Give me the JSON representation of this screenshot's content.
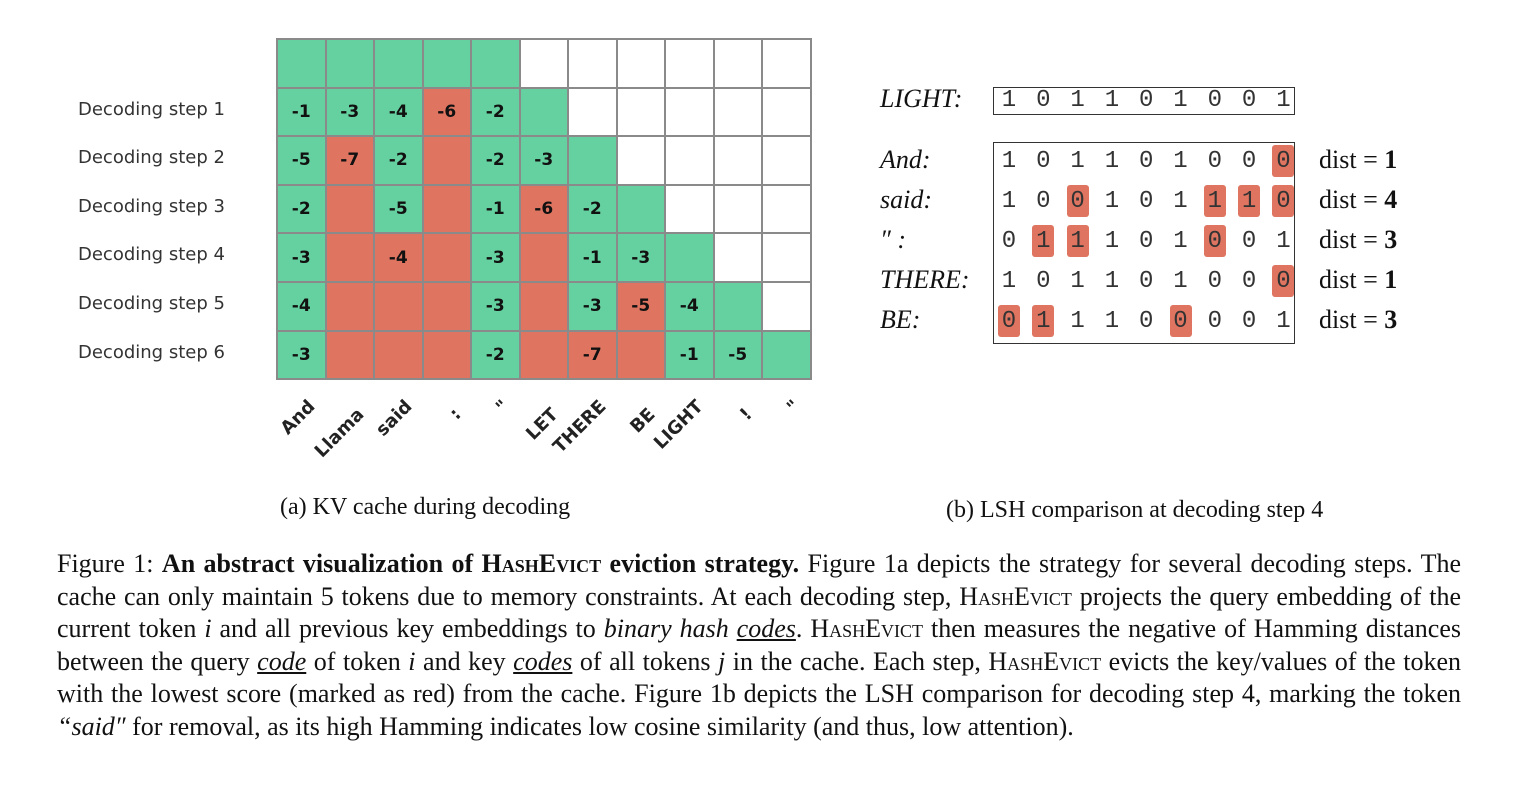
{
  "figure_a": {
    "row_labels": [
      "Decoding step 1",
      "Decoding step 2",
      "Decoding step 3",
      "Decoding step 4",
      "Decoding step 5",
      "Decoding step 6"
    ],
    "tokens": [
      "And",
      "Llama",
      "said",
      ":",
      "\"",
      "LET",
      "THERE",
      "BE",
      "LIGHT",
      "!",
      "\""
    ],
    "grid": [
      [
        {
          "s": "g",
          "v": ""
        },
        {
          "s": "g",
          "v": ""
        },
        {
          "s": "g",
          "v": ""
        },
        {
          "s": "g",
          "v": ""
        },
        {
          "s": "g",
          "v": ""
        },
        {
          "s": "w",
          "v": ""
        },
        {
          "s": "w",
          "v": ""
        },
        {
          "s": "w",
          "v": ""
        },
        {
          "s": "w",
          "v": ""
        },
        {
          "s": "w",
          "v": ""
        },
        {
          "s": "w",
          "v": ""
        }
      ],
      [
        {
          "s": "g",
          "v": "-1"
        },
        {
          "s": "g",
          "v": "-3"
        },
        {
          "s": "g",
          "v": "-4"
        },
        {
          "s": "r",
          "v": "-6"
        },
        {
          "s": "g",
          "v": "-2"
        },
        {
          "s": "g",
          "v": ""
        },
        {
          "s": "w",
          "v": ""
        },
        {
          "s": "w",
          "v": ""
        },
        {
          "s": "w",
          "v": ""
        },
        {
          "s": "w",
          "v": ""
        },
        {
          "s": "w",
          "v": ""
        }
      ],
      [
        {
          "s": "g",
          "v": "-5"
        },
        {
          "s": "r",
          "v": "-7"
        },
        {
          "s": "g",
          "v": "-2"
        },
        {
          "s": "r",
          "v": ""
        },
        {
          "s": "g",
          "v": "-2"
        },
        {
          "s": "g",
          "v": "-3"
        },
        {
          "s": "g",
          "v": ""
        },
        {
          "s": "w",
          "v": ""
        },
        {
          "s": "w",
          "v": ""
        },
        {
          "s": "w",
          "v": ""
        },
        {
          "s": "w",
          "v": ""
        }
      ],
      [
        {
          "s": "g",
          "v": "-2"
        },
        {
          "s": "r",
          "v": ""
        },
        {
          "s": "g",
          "v": "-5"
        },
        {
          "s": "r",
          "v": ""
        },
        {
          "s": "g",
          "v": "-1"
        },
        {
          "s": "r",
          "v": "-6"
        },
        {
          "s": "g",
          "v": "-2"
        },
        {
          "s": "g",
          "v": ""
        },
        {
          "s": "w",
          "v": ""
        },
        {
          "s": "w",
          "v": ""
        },
        {
          "s": "w",
          "v": ""
        }
      ],
      [
        {
          "s": "g",
          "v": "-3"
        },
        {
          "s": "r",
          "v": ""
        },
        {
          "s": "r",
          "v": "-4"
        },
        {
          "s": "r",
          "v": ""
        },
        {
          "s": "g",
          "v": "-3"
        },
        {
          "s": "r",
          "v": ""
        },
        {
          "s": "g",
          "v": "-1"
        },
        {
          "s": "g",
          "v": "-3"
        },
        {
          "s": "g",
          "v": ""
        },
        {
          "s": "w",
          "v": ""
        },
        {
          "s": "w",
          "v": ""
        }
      ],
      [
        {
          "s": "g",
          "v": "-4"
        },
        {
          "s": "r",
          "v": ""
        },
        {
          "s": "r",
          "v": ""
        },
        {
          "s": "r",
          "v": ""
        },
        {
          "s": "g",
          "v": "-3"
        },
        {
          "s": "r",
          "v": ""
        },
        {
          "s": "g",
          "v": "-3"
        },
        {
          "s": "r",
          "v": "-5"
        },
        {
          "s": "g",
          "v": "-4"
        },
        {
          "s": "g",
          "v": ""
        },
        {
          "s": "w",
          "v": ""
        }
      ],
      [
        {
          "s": "g",
          "v": "-3"
        },
        {
          "s": "r",
          "v": ""
        },
        {
          "s": "r",
          "v": ""
        },
        {
          "s": "r",
          "v": ""
        },
        {
          "s": "g",
          "v": "-2"
        },
        {
          "s": "r",
          "v": ""
        },
        {
          "s": "r",
          "v": "-7"
        },
        {
          "s": "r",
          "v": ""
        },
        {
          "s": "g",
          "v": "-1"
        },
        {
          "s": "g",
          "v": "-5"
        },
        {
          "s": "g",
          "v": ""
        }
      ]
    ],
    "caption": "(a) KV cache during decoding"
  },
  "figure_b": {
    "query": {
      "label": "LIGHT",
      "bits": [
        "1",
        "0",
        "1",
        "1",
        "0",
        "1",
        "0",
        "0",
        "1"
      ]
    },
    "keys": [
      {
        "label": "And",
        "bits": [
          "1",
          "0",
          "1",
          "1",
          "0",
          "1",
          "0",
          "0",
          "0"
        ],
        "highlight": [
          8
        ],
        "dist_prefix": "dist = ",
        "dist_value": "1"
      },
      {
        "label": "said",
        "bits": [
          "1",
          "0",
          "0",
          "1",
          "0",
          "1",
          "1",
          "1",
          "0"
        ],
        "highlight": [
          2,
          6,
          7,
          8
        ],
        "dist_prefix": "dist = ",
        "dist_value": "4"
      },
      {
        "label": "″ ",
        "bits": [
          "0",
          "1",
          "1",
          "1",
          "0",
          "1",
          "0",
          "0",
          "1"
        ],
        "highlight": [
          1,
          2,
          6
        ],
        "dist_prefix": "dist = ",
        "dist_value": "3"
      },
      {
        "label": "THERE",
        "bits": [
          "1",
          "0",
          "1",
          "1",
          "0",
          "1",
          "0",
          "0",
          "0"
        ],
        "highlight": [
          8
        ],
        "dist_prefix": "dist = ",
        "dist_value": "1"
      },
      {
        "label": "BE",
        "bits": [
          "0",
          "1",
          "1",
          "1",
          "0",
          "0",
          "0",
          "0",
          "1"
        ],
        "highlight": [
          0,
          1,
          5
        ],
        "dist_prefix": "dist = ",
        "dist_value": "3"
      }
    ],
    "caption": "(b) LSH comparison at decoding step 4"
  },
  "caption": {
    "figure_label": "Figure 1: ",
    "bold_1": "An abstract visualization of ",
    "sc_name": "HashEvict",
    "bold_2": " eviction strategy.",
    "t1": " Figure 1a depicts the strategy for several decoding steps. The cache can only maintain 5 tokens due to memory constraints. At each decoding step, ",
    "t2": " projects the query embedding of the current token ",
    "var_i": "i",
    "t3": " and all previous key embeddings to ",
    "it_bhc": "binary hash ",
    "ul_codes": "codes",
    "t4": ". ",
    "t5": " then measures the negative of Hamming distances between the query ",
    "ul_code": "code",
    "t6": " of token ",
    "t7": " and key ",
    "t8": " of all tokens ",
    "var_j": "j",
    "t9": " in the cache. Each step, ",
    "t10": " evicts the key/values of the token with the lowest score (marked as red) from the cache. Figure 1b depicts the LSH comparison for decoding step 4, marking the token ",
    "it_said": "“said″",
    "t11": " for removal, as its high Hamming indicates low cosine similarity (and thus, low attention)."
  }
}
